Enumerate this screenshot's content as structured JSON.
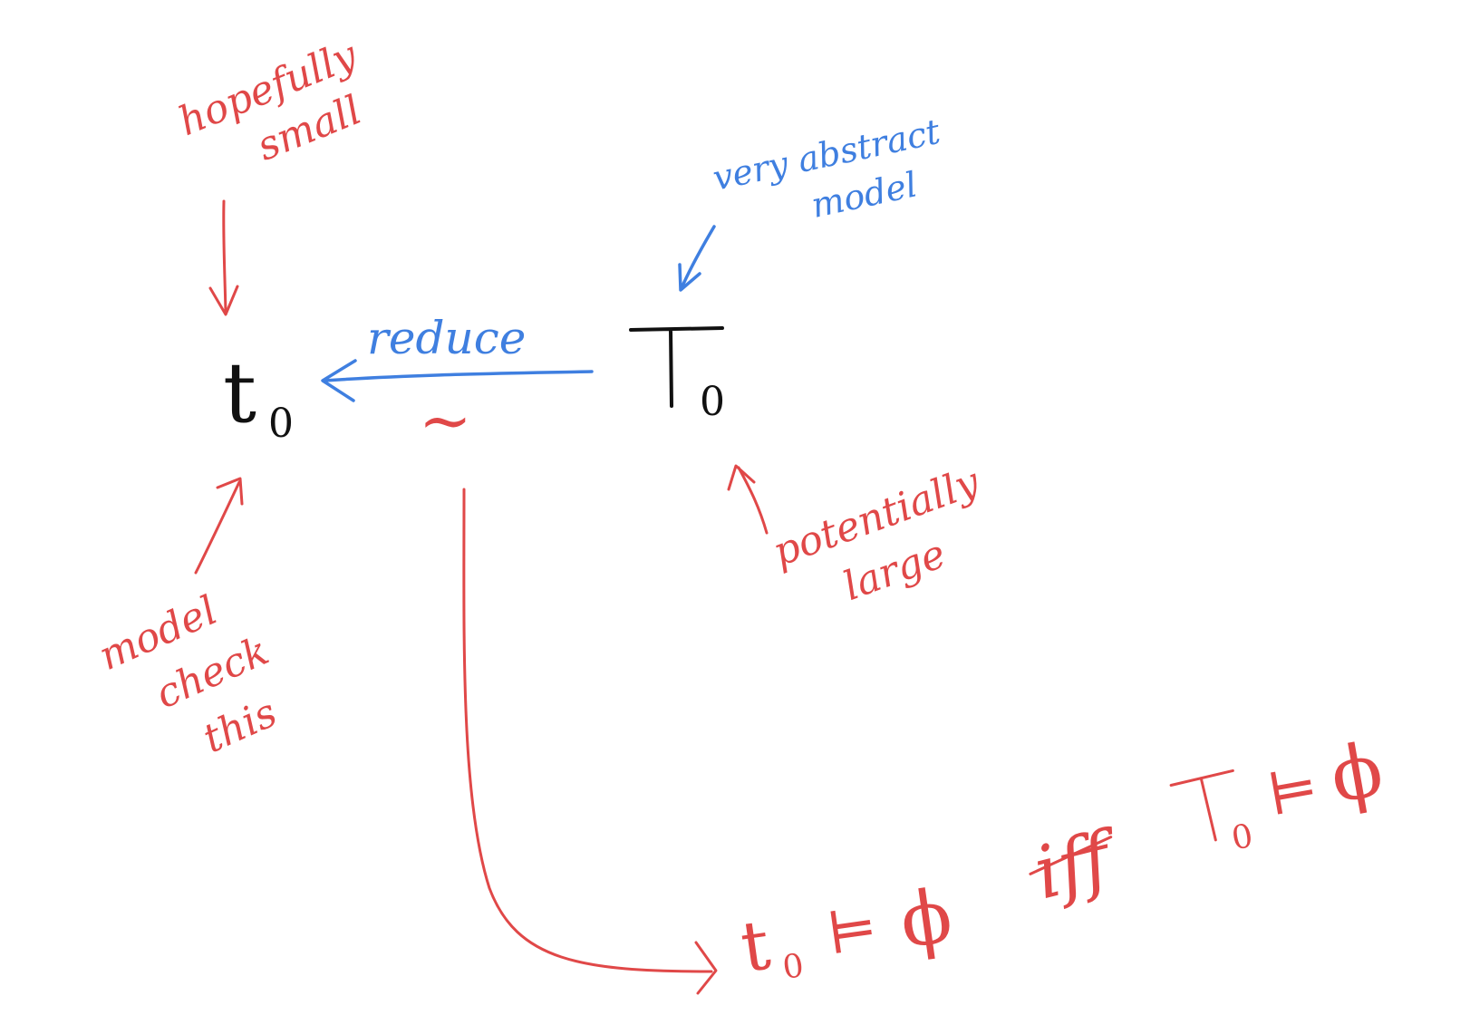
{
  "nodes": {
    "small_model": {
      "symbol": "t",
      "subscript": "0"
    },
    "large_model": {
      "symbol": "T",
      "subscript": "0"
    }
  },
  "edges": {
    "reduce": {
      "label": "reduce",
      "relation": "~"
    }
  },
  "annotations": {
    "small_note": [
      "hopefully",
      "small"
    ],
    "abstract_note": [
      "very abstract",
      "model"
    ],
    "large_note": [
      "potentially",
      "large"
    ],
    "check_note": [
      "model",
      "check",
      "this"
    ]
  },
  "equivalence": {
    "lhs_symbol": "t",
    "lhs_subscript": "0",
    "lhs_entails": "⊨",
    "lhs_formula": "ϕ",
    "connective": "iff",
    "rhs_symbol": "T",
    "rhs_subscript": "0",
    "rhs_entails": "⊨",
    "rhs_formula": "ϕ"
  },
  "colors": {
    "red": "#e04848",
    "blue": "#3f7fe0",
    "black": "#111111",
    "background": "#ffffff"
  }
}
